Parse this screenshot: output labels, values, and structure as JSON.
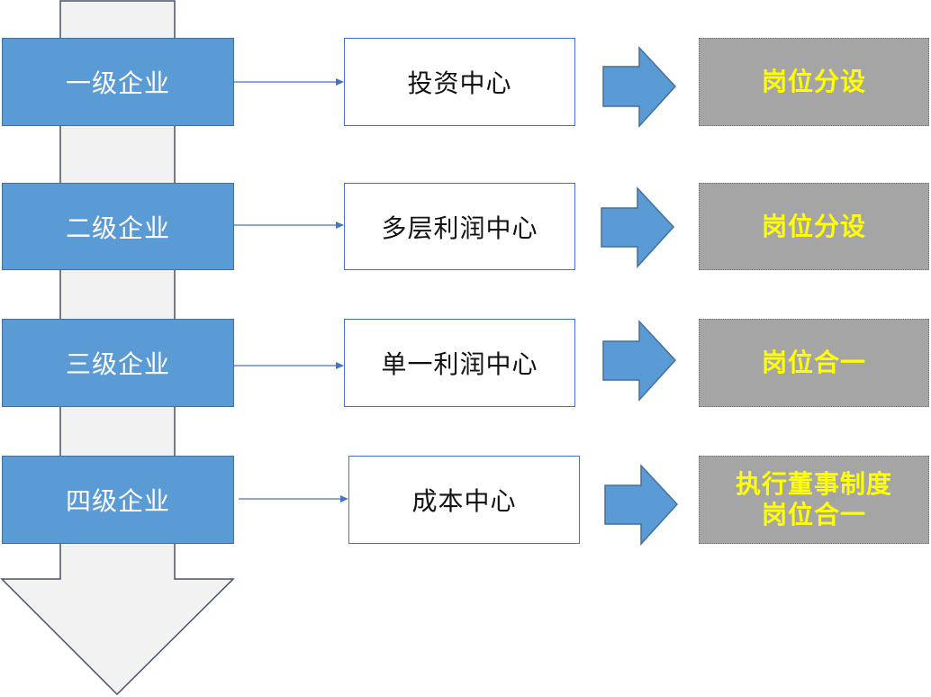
{
  "diagram": {
    "rows": [
      {
        "level": "一级企业",
        "center": "投资中心",
        "result": [
          "岗位分设"
        ]
      },
      {
        "level": "二级企业",
        "center": "多层利润中心",
        "result": [
          "岗位分设"
        ]
      },
      {
        "level": "三级企业",
        "center": "单一利润中心",
        "result": [
          "岗位合一"
        ]
      },
      {
        "level": "四级企业",
        "center": "成本中心",
        "result": [
          "执行董事制度",
          "岗位合一"
        ]
      }
    ],
    "colors": {
      "level_fill": "#5b9bd5",
      "level_border": "#41719c",
      "center_border": "#4472c4",
      "result_fill": "#a5a5a5",
      "result_text": "#ffff00",
      "big_arrow_fill": "#f2f2f2",
      "big_arrow_border": "#44546a",
      "block_arrow_fill": "#5b9bd5"
    }
  }
}
